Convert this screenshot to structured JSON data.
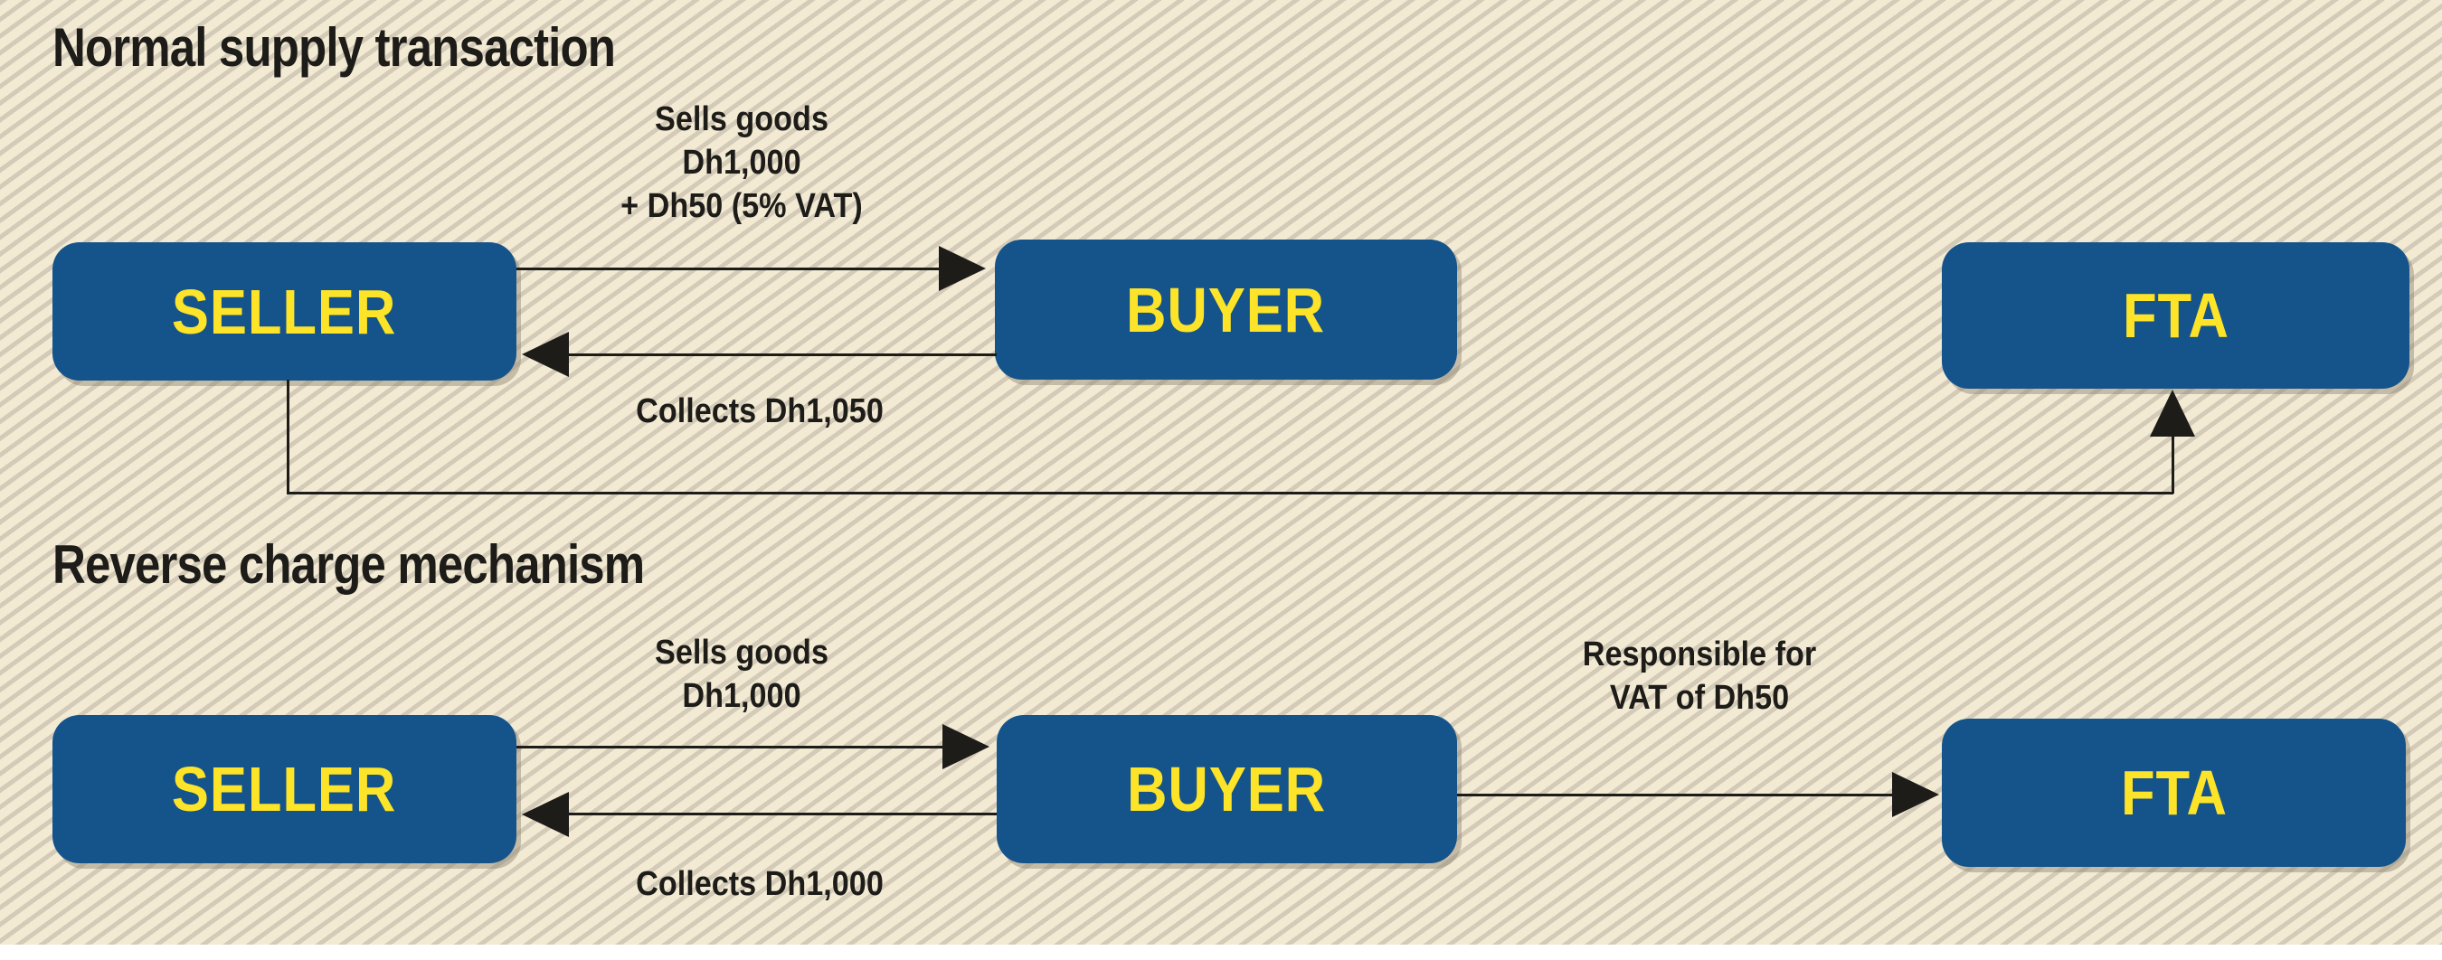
{
  "colors": {
    "background": "#f2ead3",
    "stripe": "#d3cbb8",
    "box_blue": "#15538b",
    "label_yellow": "#fde428",
    "ink": "#1d1c19",
    "page_white": "#ffffff"
  },
  "s1": {
    "title": "Normal supply transaction",
    "seller": "SELLER",
    "buyer": "BUYER",
    "fta": "FTA",
    "sell_line1": "Sells goods",
    "sell_line2": "Dh1,000",
    "sell_line3": "+ Dh50 (5% VAT)",
    "collect": "Collects Dh1,050"
  },
  "s2": {
    "title": "Reverse charge mechanism",
    "seller": "SELLER",
    "buyer": "BUYER",
    "fta": "FTA",
    "sell_line1": "Sells goods",
    "sell_line2": "Dh1,000",
    "collect": "Collects Dh1,000",
    "resp_line1": "Responsible for",
    "resp_line2": "VAT of Dh50"
  }
}
